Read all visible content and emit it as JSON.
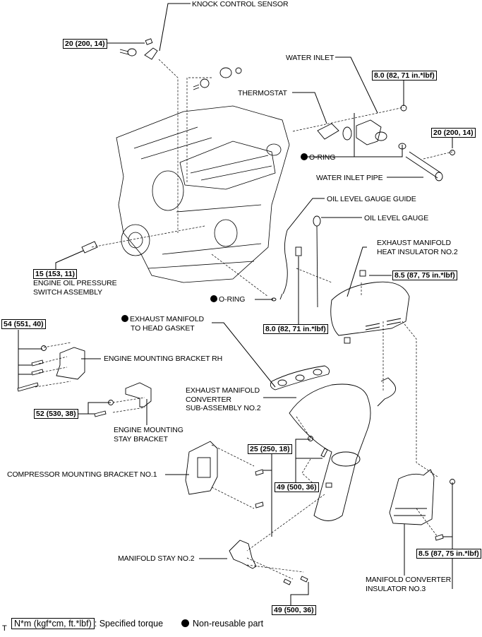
{
  "labels": {
    "knock_control_sensor": "KNOCK CONTROL SENSOR",
    "water_inlet": "WATER INLET",
    "thermostat": "THERMOSTAT",
    "o_ring_top": "O-RING",
    "water_inlet_pipe": "WATER INLET PIPE",
    "oil_level_gauge_guide": "OIL LEVEL GAUGE GUIDE",
    "oil_level_gauge": "OIL LEVEL GAUGE",
    "exhaust_manifold_heat_insulator_l1": "EXHAUST MANIFOLD",
    "exhaust_manifold_heat_insulator_l2": "HEAT INSULATOR NO.2",
    "engine_oil_pressure_switch_l1": "ENGINE OIL PRESSURE",
    "engine_oil_pressure_switch_l2": "SWITCH ASSEMBLY",
    "o_ring_mid": "O-RING",
    "exhaust_gasket_l1": "EXHAUST MANIFOLD",
    "exhaust_gasket_l2": "TO HEAD GASKET",
    "engine_mounting_bracket_rh": "ENGINE MOUNTING BRACKET RH",
    "exhaust_converter_l1": "EXHAUST MANIFOLD",
    "exhaust_converter_l2": "CONVERTER",
    "exhaust_converter_l3": "SUB-ASSEMBLY NO.2",
    "engine_mounting_stay_l1": "ENGINE MOUNTING",
    "engine_mounting_stay_l2": "STAY BRACKET",
    "compressor_bracket": "COMPRESSOR MOUNTING BRACKET NO.1",
    "manifold_stay": "MANIFOLD STAY NO.2",
    "manifold_converter_insulator_l1": "MANIFOLD CONVERTER",
    "manifold_converter_insulator_l2": "INSULATOR NO.3"
  },
  "torques": {
    "knock_sensor": "20 (200, 14)",
    "water_inlet": "8.0 (82, 71 in.*lbf)",
    "water_inlet_pipe": "20 (200, 14)",
    "oil_pressure_switch": "15 (153, 11)",
    "heat_insulator": "8.5 (87, 75 in.*lbf)",
    "oil_gauge_guide": "8.0 (82, 71 in.*lbf)",
    "mounting_bracket_rh": "54 (551, 40)",
    "stay_bracket": "52 (530, 38)",
    "compressor_bracket": "25 (250, 18)",
    "converter": "49 (500, 36)",
    "converter_insulator": "8.5 (87, 75 in.*lbf)",
    "manifold_stay": "49 (500, 36)"
  },
  "legend": {
    "marker": "T",
    "torque_unit": "N*m (kgf*cm, ft.*lbf)",
    "torque_desc": ": Specified torque",
    "nonreusable_desc": "Non-reusable part"
  }
}
